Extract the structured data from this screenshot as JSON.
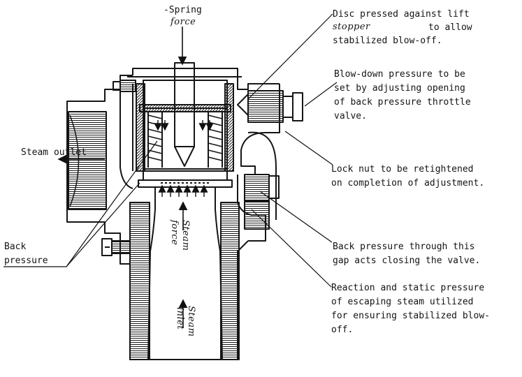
{
  "labels": {
    "spring_force_l1": "-Spring",
    "spring_force_l2": "force",
    "disc_l1": "Disc pressed against lift",
    "disc_l2_hand": "stopper",
    "disc_l2_rest": "to allow",
    "disc_l3": "stabilized blow-off.",
    "blowdown_l1": "Blow-down pressure to be",
    "blowdown_l2": "set by adjusting opening",
    "blowdown_l3": "of back pressure throttle",
    "blowdown_l4": "valve.",
    "steam_outlet": "Steam outlet",
    "locknut_l1": "Lock nut to be retightened",
    "locknut_l2": "on completion of adjustment.",
    "back_pressure_l1": "Back",
    "back_pressure_l2": "pressure",
    "steam_force_l1": "Steam",
    "steam_force_l2": "force",
    "gap_l1": "Back pressure through this",
    "gap_l2": "gap acts closing the valve.",
    "steam_inlet_l1": "Steam",
    "steam_inlet_l2": "inlet",
    "reaction_l1": "Reaction and static pressure",
    "reaction_l2": "of escaping steam utilized",
    "reaction_l3": "for ensuring stabilized blow-",
    "reaction_l4": "off."
  }
}
